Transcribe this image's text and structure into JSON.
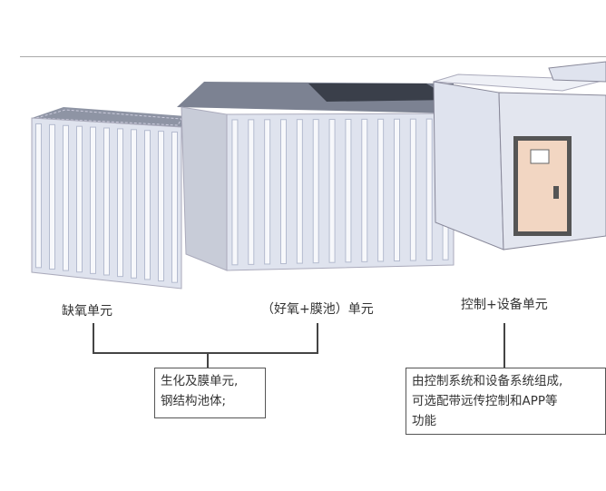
{
  "units": [
    {
      "label": "缺氧单元"
    },
    {
      "label": "（好氧+膜池）单元"
    },
    {
      "label": "控制+设备单元"
    }
  ],
  "notes": {
    "biochem": [
      "生化及膜单元,",
      "钢结构池体;"
    ],
    "control": [
      "由控制系统和设备系统组成,",
      "可选配带远传控制和APP等",
      "功能"
    ]
  },
  "colors": {
    "panel": "#dfe3ee",
    "rib": "#bcc3d6",
    "door": "#f2d6c2",
    "line": "#444444"
  }
}
